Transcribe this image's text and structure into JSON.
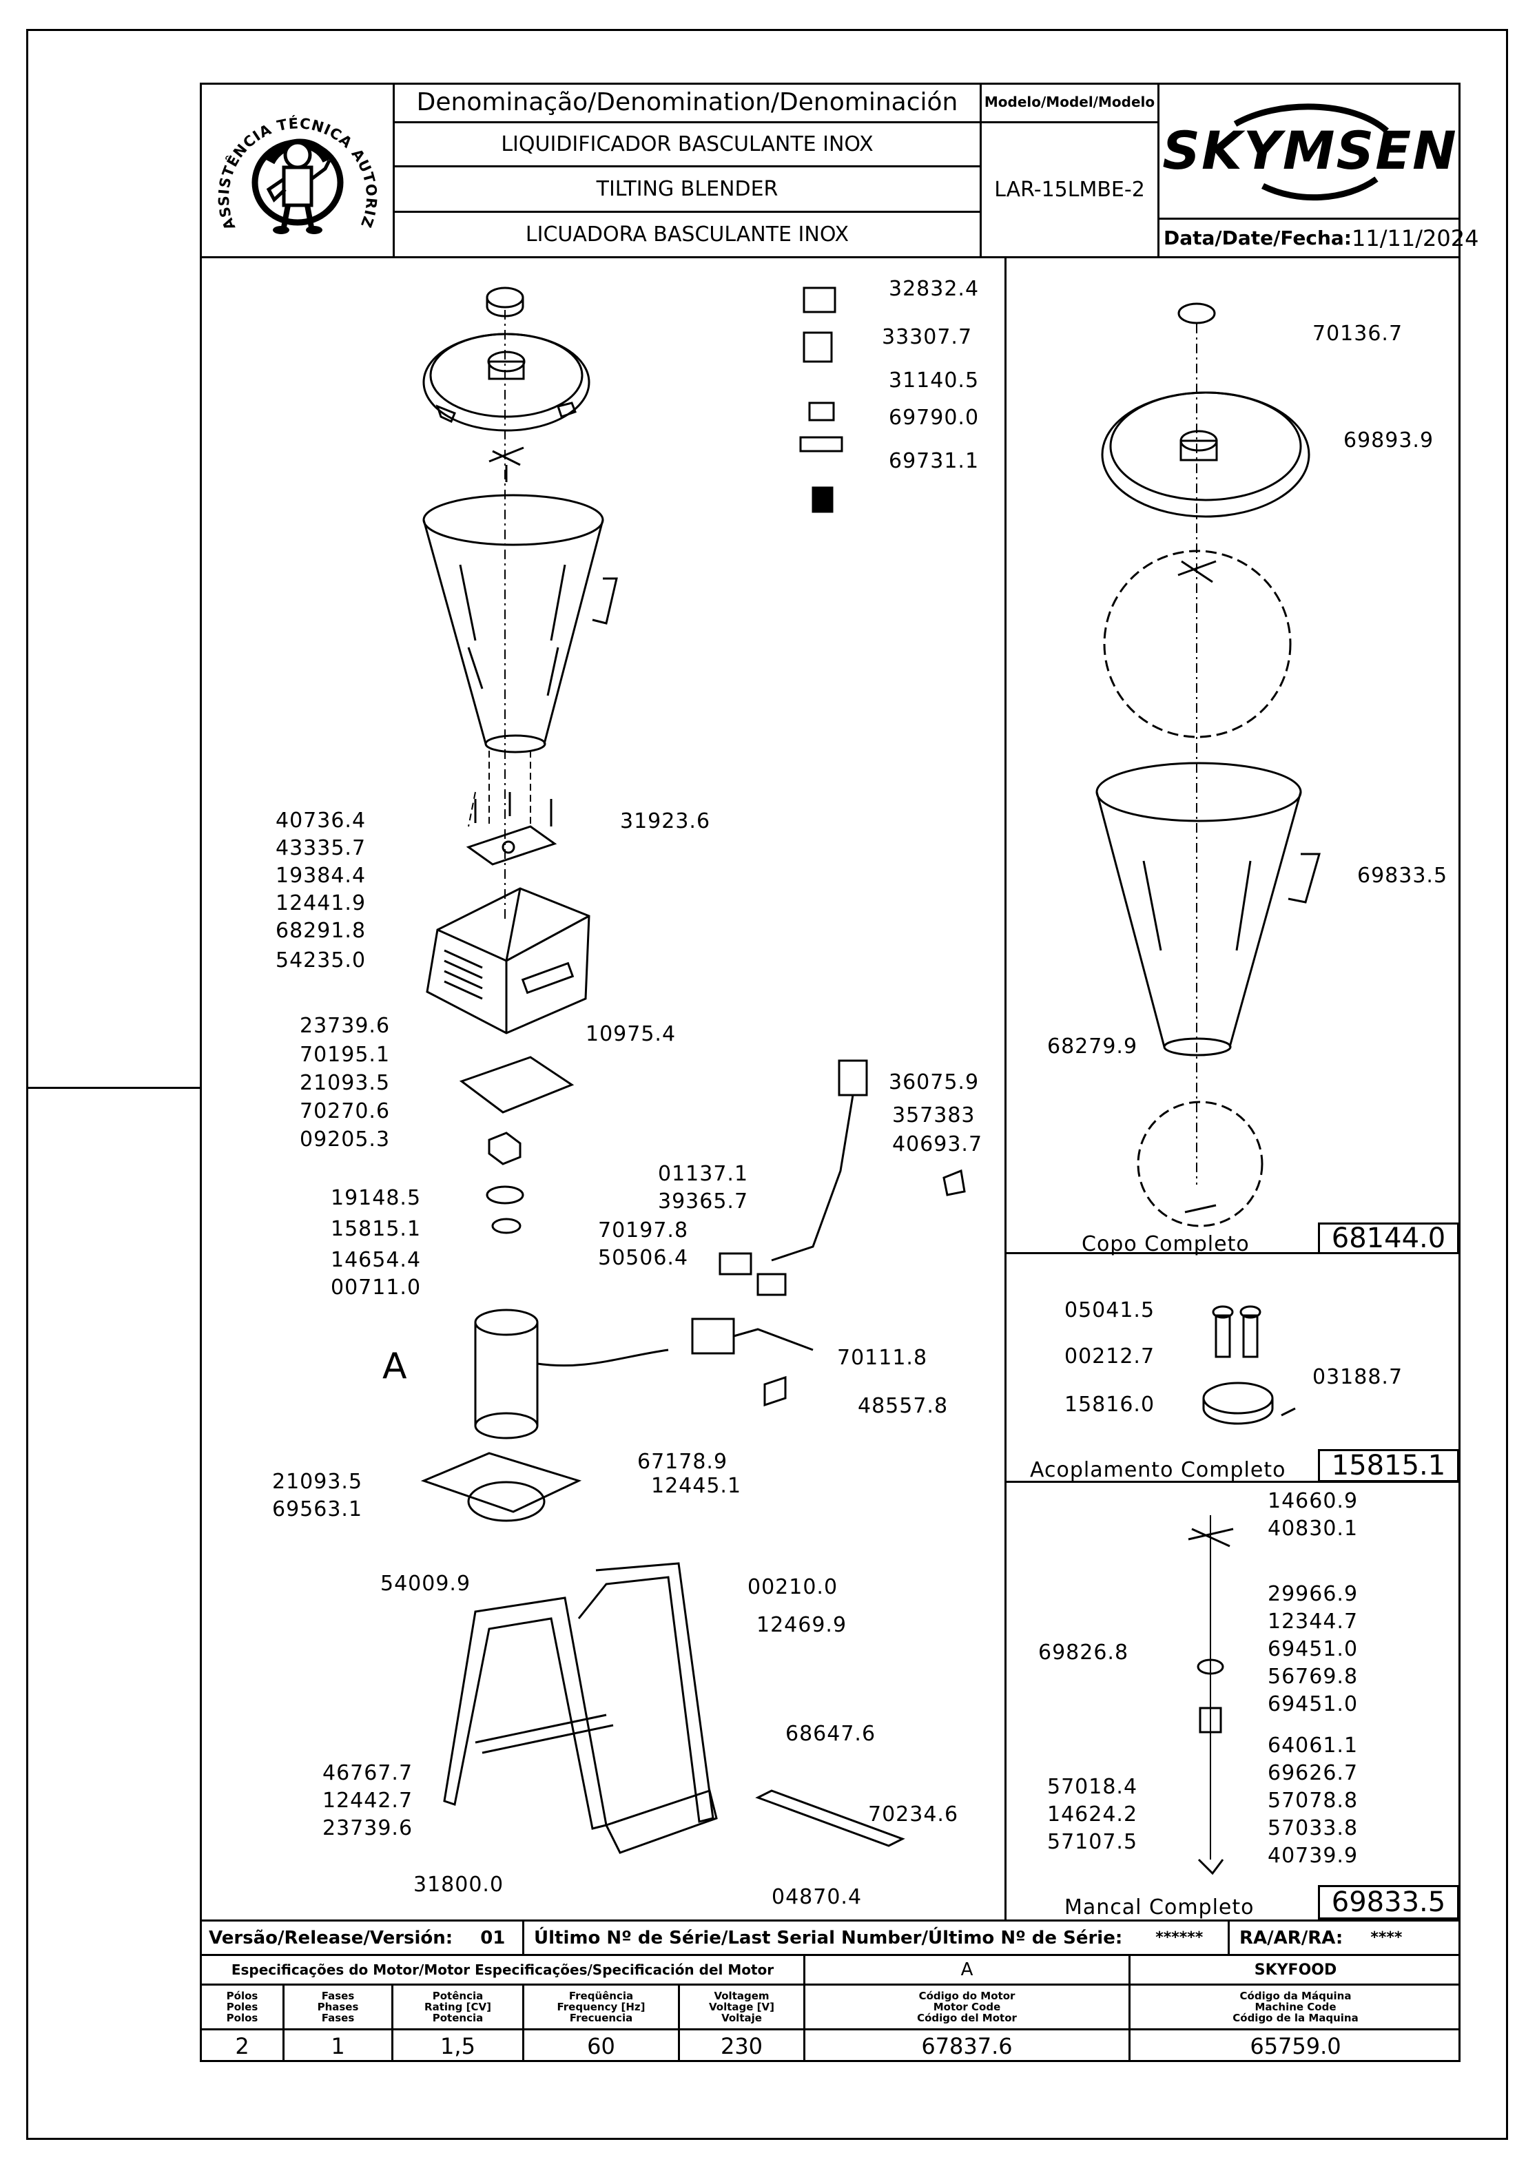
{
  "header": {
    "denomination_title": "Denominação/Denomination/Denominación",
    "name_pt": "LIQUIDIFICADOR BASCULANTE INOX",
    "name_en": "TILTING BLENDER",
    "name_es": "LICUADORA BASCULANTE INOX",
    "model_title": "Modelo/Model/Modelo",
    "model_value": "LAR-15LMBE-2",
    "brand": "SKYMSEN",
    "date_label": "Data/Date/Fecha:",
    "date_value": "11/11/2024",
    "seal_text": "ASSISTÊNCIA TÉCNICA AUTORIZADA"
  },
  "parts_left": [
    {
      "code": "32832.4"
    },
    {
      "code": "33307.7"
    },
    {
      "code": "31140.5"
    },
    {
      "code": "69790.0"
    },
    {
      "code": "69731.1"
    },
    {
      "code": "40736.4"
    },
    {
      "code": "43335.7"
    },
    {
      "code": "19384.4"
    },
    {
      "code": "12441.9"
    },
    {
      "code": "68291.8"
    },
    {
      "code": "54235.0"
    },
    {
      "code": "31923.6"
    },
    {
      "code": "23739.6"
    },
    {
      "code": "70195.1"
    },
    {
      "code": "21093.5"
    },
    {
      "code": "70270.6"
    },
    {
      "code": "09205.3"
    },
    {
      "code": "10975.4"
    },
    {
      "code": "19148.5"
    },
    {
      "code": "15815.1"
    },
    {
      "code": "14654.4"
    },
    {
      "code": "00711.0"
    },
    {
      "code": "A"
    },
    {
      "code": "36075.9"
    },
    {
      "code": "357383"
    },
    {
      "code": "40693.7"
    },
    {
      "code": "01137.1"
    },
    {
      "code": "39365.7"
    },
    {
      "code": "70197.8"
    },
    {
      "code": "50506.4"
    },
    {
      "code": "70111.8"
    },
    {
      "code": "48557.8"
    },
    {
      "code": "21093.5"
    },
    {
      "code": "69563.1"
    },
    {
      "code": "67178.9"
    },
    {
      "code": "12445.1"
    },
    {
      "code": "54009.9"
    },
    {
      "code": "00210.0"
    },
    {
      "code": "12469.9"
    },
    {
      "code": "68647.6"
    },
    {
      "code": "46767.7"
    },
    {
      "code": "12442.7"
    },
    {
      "code": "23739.6"
    },
    {
      "code": "70234.6"
    },
    {
      "code": "31800.0"
    },
    {
      "code": "04870.4"
    }
  ],
  "copo": {
    "parts": [
      "70136.7",
      "69893.9",
      "69833.5",
      "68279.9"
    ],
    "title": "Copo Completo",
    "code": "68144.0"
  },
  "acoplamento": {
    "parts": [
      "05041.5",
      "00212.7",
      "03188.7",
      "15816.0"
    ],
    "title": "Acoplamento Completo",
    "code": "15815.1"
  },
  "mancal": {
    "parts": [
      "14660.9",
      "40830.1",
      "29966.9",
      "12344.7",
      "69826.8",
      "69451.0",
      "56769.8",
      "69451.0",
      "64061.1",
      "69626.7",
      "57018.4",
      "57078.8",
      "14624.2",
      "57033.8",
      "57107.5",
      "40739.9"
    ],
    "title": "Mancal Completo",
    "code": "69833.5"
  },
  "footer": {
    "version_label": "Versão/Release/Versión:",
    "version_value": "01",
    "serial_label": "Último Nº de Série/Last Serial Number/Último Nº de Série:",
    "serial_value": "******",
    "ra_label": "RA/AR/RA:",
    "ra_value": "****",
    "spec_title": "Especificações do Motor/Motor Especificações/Specificación del Motor",
    "motor_code_head": "A",
    "machine_head": "SKYFOOD",
    "cols": [
      {
        "l1": "Pólos",
        "l2": "Poles",
        "l3": "Polos",
        "value": "2"
      },
      {
        "l1": "Fases",
        "l2": "Phases",
        "l3": "Fases",
        "value": "1"
      },
      {
        "l1": "Potência",
        "l2": "Rating [CV]",
        "l3": "Potencia",
        "value": "1,5"
      },
      {
        "l1": "Freqüência",
        "l2": "Frequency [Hz]",
        "l3": "Frecuencia",
        "value": "60"
      },
      {
        "l1": "Voltagem",
        "l2": "Voltage [V]",
        "l3": "Voltaje",
        "value": "230"
      },
      {
        "l1": "Código do Motor",
        "l2": "Motor Code",
        "l3": "Código del Motor",
        "value": "67837.6"
      },
      {
        "l1": "Código da Máquina",
        "l2": "Machine Code",
        "l3": "Código de la Maquina",
        "value": "65759.0"
      }
    ]
  }
}
